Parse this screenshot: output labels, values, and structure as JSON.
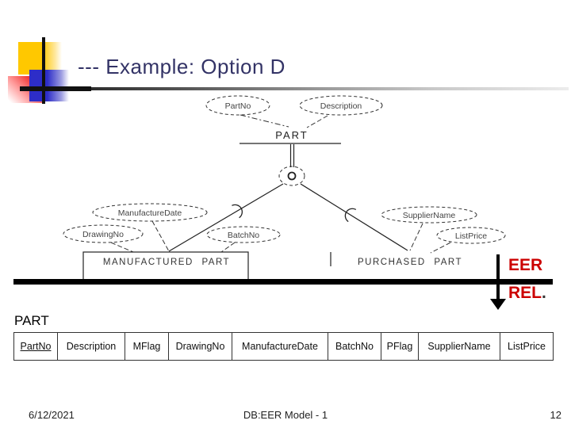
{
  "title": "--- Example: Option D",
  "diagram": {
    "entity_label": "PART",
    "attr_part_no": "PartNo",
    "attr_description": "Description",
    "attr_manufacture_date": "ManufactureDate",
    "attr_drawing_no": "DrawingNo",
    "attr_batch_no": "BatchNo",
    "attr_supplier_name": "SupplierName",
    "attr_list_price": "ListPrice",
    "subtype_manufactured": "MANUFACTURED PART",
    "subtype_purchased": "PURCHASED PART"
  },
  "annotations": {
    "eer": "EER",
    "rel": "REL",
    "rel_period": "."
  },
  "relational": {
    "table_name": "PART",
    "columns": [
      "PartNo",
      "Description",
      "MFlag",
      "DrawingNo",
      "ManufactureDate",
      "BatchNo",
      "PFlag",
      "SupplierName",
      "ListPrice"
    ]
  },
  "footer": {
    "date": "6/12/2021",
    "center": "DB:EER Model - 1",
    "page_number": "12"
  },
  "colors": {
    "title": "#333366",
    "accent_red": "#cc0000",
    "deco_yellow": "#ffc800",
    "deco_blue": "#2d2dc8",
    "deco_red": "#f03030"
  }
}
